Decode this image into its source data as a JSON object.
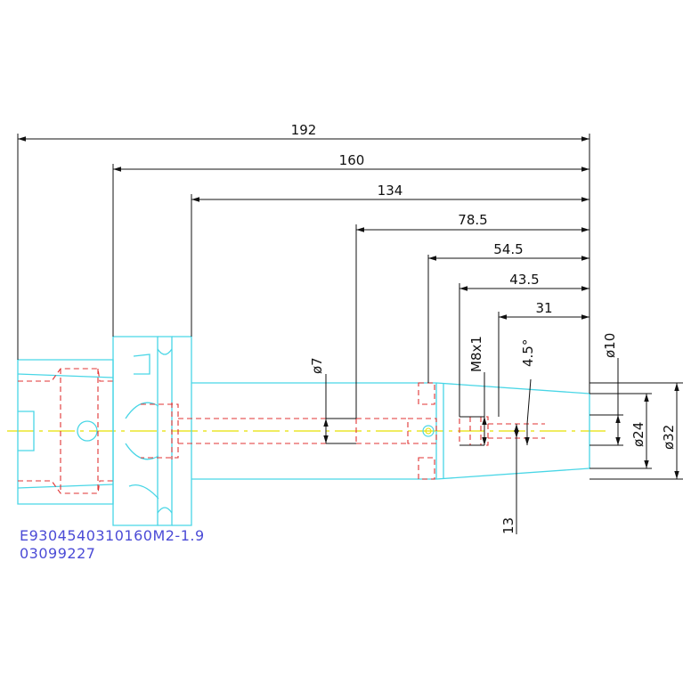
{
  "dimensions": {
    "length_192": "192",
    "length_160": "160",
    "length_134": "134",
    "length_78_5": "78.5",
    "length_54_5": "54.5",
    "length_43_5": "43.5",
    "length_31": "31",
    "dia_7": "ø7",
    "thread_m8": "M8x1",
    "angle_4_5": "4.5°",
    "dia_10": "ø10",
    "dia_24": "ø24",
    "dia_32": "ø32",
    "height_13": "13"
  },
  "part_number": "E9304540310160M2-1.9",
  "drawing_code": "03099227",
  "colors": {
    "outline": "#49d6e6",
    "hidden": "#e03333",
    "center": "#e6e000",
    "dimension": "#111111",
    "label": "#4b4bd6"
  }
}
